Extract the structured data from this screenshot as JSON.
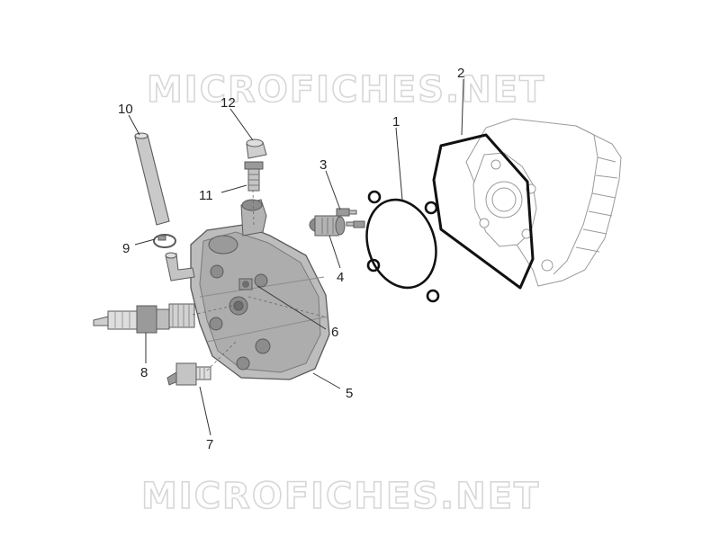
{
  "watermark": {
    "text": "MICROFICHES.NET"
  },
  "callouts": {
    "p1": "1",
    "p2": "2",
    "p3": "3",
    "p4": "4",
    "p5": "5",
    "p6": "6",
    "p7": "7",
    "p8": "8",
    "p9": "9",
    "p10": "10",
    "p11": "11",
    "p12": "12"
  },
  "colors": {
    "part_fill": "#bdbdbd",
    "part_dark": "#8c8c8c",
    "gasket_stroke": "#111111",
    "line": "#333333"
  }
}
